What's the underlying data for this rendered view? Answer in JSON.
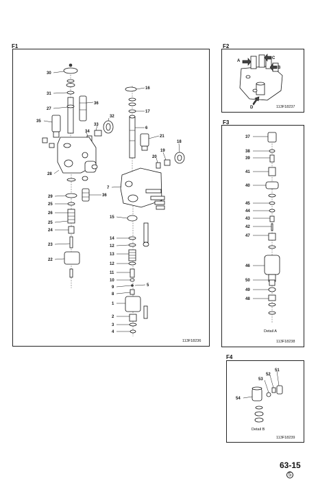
{
  "panels": {
    "f1": {
      "label": "F1",
      "code": "113F18236"
    },
    "f2": {
      "label": "F2",
      "code": "113F18237",
      "ports": [
        "A",
        "C",
        "B",
        "D"
      ]
    },
    "f3": {
      "label": "F3",
      "code": "113F18238",
      "detail": "Detail A"
    },
    "f4": {
      "label": "F4",
      "code": "113F18239",
      "detail": "Detail B"
    }
  },
  "page": {
    "number": "63-15",
    "revision": "5"
  },
  "callouts": {
    "f1": [
      "30",
      "31",
      "27",
      "35",
      "36",
      "32",
      "33",
      "34",
      "16",
      "17",
      "6",
      "21",
      "18",
      "19",
      "20",
      "28",
      "29",
      "25",
      "26",
      "25",
      "24",
      "23",
      "22",
      "7",
      "36",
      "15",
      "14",
      "13",
      "12",
      "11",
      "10",
      "9",
      "8",
      "5",
      "1",
      "2",
      "3",
      "4",
      "12"
    ],
    "f3": [
      "37",
      "38",
      "39",
      "41",
      "40",
      "45",
      "44",
      "43",
      "42",
      "47",
      "46",
      "50",
      "49",
      "48"
    ],
    "f4": [
      "51",
      "52",
      "53",
      "54"
    ]
  }
}
